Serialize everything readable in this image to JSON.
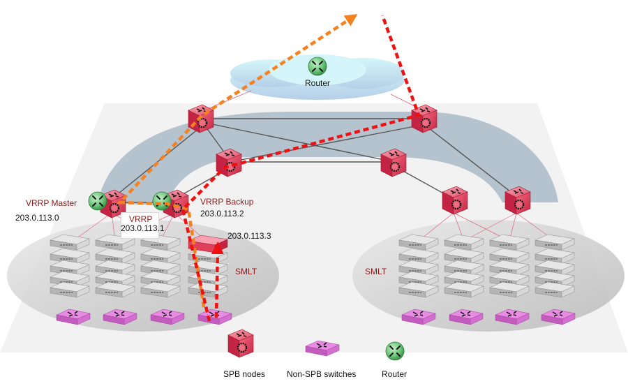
{
  "diagram": {
    "title": "SPB network with VRRP and SMLT",
    "colors": {
      "spb_node": "#e0405c",
      "non_spb_switch": "#d46fcf",
      "router": "#6cc47a",
      "cloud": "#c6ecf3",
      "core_band": "#b4c3ce",
      "floor": "#f2f2f2",
      "smlt_ellipse": "#d0d0d0",
      "orange_path": "#f58220",
      "red_path": "#ee1111",
      "label_dark_red": "#8b1a1a"
    },
    "cloud_router_label": "Router",
    "labels": {
      "vrrp_master": "VRRP Master",
      "vrrp_master_ip": "203.0.113.0",
      "vrrp_backup": "VRRP Backup",
      "vrrp_backup_ip": "203.0.113.2",
      "vrrp_virtual": "VRRP",
      "vrrp_virtual_ip": "203.0.113.1",
      "edge_switch_ip": "203.0.113.3",
      "smlt_left": "SMLT",
      "smlt_right": "SMLT"
    },
    "legend": [
      {
        "icon": "spb-node-icon",
        "label": "SPB nodes"
      },
      {
        "icon": "non-spb-switch-icon",
        "label": "Non-SPB switches"
      },
      {
        "icon": "router-icon",
        "label": "Router"
      }
    ],
    "paths": [
      {
        "name": "orange-traffic-path",
        "style": "dashed",
        "direction": "upstream to external network"
      },
      {
        "name": "red-traffic-path",
        "style": "dashed",
        "direction": "upstream via VRRP backup"
      }
    ]
  }
}
